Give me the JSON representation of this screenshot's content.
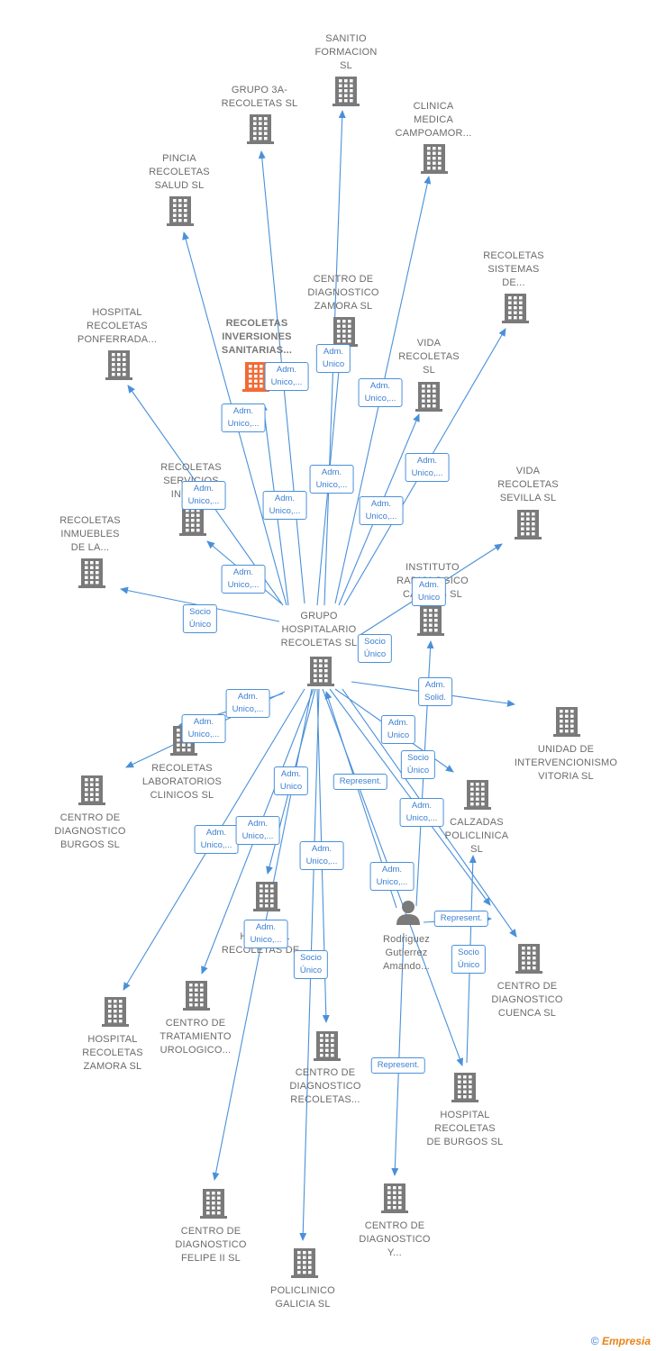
{
  "nodes": {
    "center": {
      "label": "GRUPO\nHOSPITALARIO\nRECOLETAS SL",
      "kind": "building"
    },
    "sanitio": {
      "label": "SANITIO\nFORMACION\nSL",
      "kind": "building"
    },
    "grupo3a": {
      "label": "GRUPO 3A-\nRECOLETAS SL",
      "kind": "building"
    },
    "clinica": {
      "label": "CLINICA\nMEDICA\nCAMPOAMOR...",
      "kind": "building"
    },
    "pincia": {
      "label": "PINCIA\nRECOLETAS\nSALUD  SL",
      "kind": "building"
    },
    "sistemas": {
      "label": "RECOLETAS\nSISTEMAS\nDE...",
      "kind": "building"
    },
    "zamoraDiag": {
      "label": "CENTRO DE\nDIAGNOSTICO\nZAMORA  SL",
      "kind": "building"
    },
    "ponferrada": {
      "label": "HOSPITAL\nRECOLETAS\nPONFERRADA...",
      "kind": "building"
    },
    "inversiones": {
      "label": "RECOLETAS\nINVERSIONES\nSANITARIAS...",
      "kind": "building-highlight"
    },
    "vida": {
      "label": "VIDA\nRECOLETAS\nSL",
      "kind": "building"
    },
    "servicios": {
      "label": "RECOLETAS\nSERVICIOS\nINTEG...",
      "kind": "building"
    },
    "vidaSevilla": {
      "label": "VIDA\nRECOLETAS\nSEVILLA  SL",
      "kind": "building"
    },
    "inmuebles": {
      "label": "RECOLETAS\nINMUEBLES\nDE LA...",
      "kind": "building"
    },
    "instituto": {
      "label": "INSTITUTO\nRADIOLOGICO\nCAMPOS  SL",
      "kind": "building"
    },
    "vitoria": {
      "label": "UNIDAD DE\nINTERVENCIONISMO\nVITORIA  SL",
      "kind": "building"
    },
    "laboratorios": {
      "label": "RECOLETAS\nLABORATORIOS\nCLINICOS  SL",
      "kind": "building"
    },
    "burgosDiag": {
      "label": "CENTRO DE\nDIAGNOSTICO\nBURGOS  SL",
      "kind": "building"
    },
    "calzadas": {
      "label": "CALZADAS\nPOLICLINICA\nSL",
      "kind": "building"
    },
    "hospitalMid": {
      "label": "HOSPITAL\nRECOLETAS DE...",
      "kind": "building"
    },
    "rodriguez": {
      "label": "Rodriguez\nGutierrez\nAmando...",
      "kind": "person"
    },
    "cuenca": {
      "label": "CENTRO DE\nDIAGNOSTICO\nCUENCA  SL",
      "kind": "building"
    },
    "zamoraHosp": {
      "label": "HOSPITAL\nRECOLETAS\nZAMORA SL",
      "kind": "building"
    },
    "urologico": {
      "label": "CENTRO DE\nTRATAMIENTO\nUROLOGICO...",
      "kind": "building"
    },
    "diagRecoletas": {
      "label": "CENTRO DE\nDIAGNOSTICO\nRECOLETAS...",
      "kind": "building"
    },
    "burgosHosp": {
      "label": "HOSPITAL\nRECOLETAS\nDE BURGOS SL",
      "kind": "building"
    },
    "felipe": {
      "label": "CENTRO DE\nDIAGNOSTICO\nFELIPE II  SL",
      "kind": "building"
    },
    "diagY": {
      "label": "CENTRO DE\nDIAGNOSTICO\nY...",
      "kind": "building"
    },
    "galicia": {
      "label": "POLICLINICO\nGALICIA  SL",
      "kind": "building"
    }
  },
  "edges": [
    {
      "from": "center",
      "to": "sanitio",
      "label": "Adm.\nUnico"
    },
    {
      "from": "center",
      "to": "grupo3a",
      "label": "Adm.\nUnico,..."
    },
    {
      "from": "center",
      "to": "clinica",
      "label": "Adm.\nUnico,..."
    },
    {
      "from": "center",
      "to": "pincia",
      "label": "Adm.\nUnico,..."
    },
    {
      "from": "center",
      "to": "sistemas",
      "label": "Adm.\nUnico,..."
    },
    {
      "from": "center",
      "to": "zamoraDiag",
      "label": "Adm.\nUnico,..."
    },
    {
      "from": "center",
      "to": "inversiones",
      "label": "Adm.\nUnico,..."
    },
    {
      "from": "center",
      "to": "vida",
      "label": "Adm.\nUnico,..."
    },
    {
      "from": "center",
      "to": "ponferrada",
      "label": "Adm.\nUnico,..."
    },
    {
      "from": "center",
      "to": "servicios",
      "label": "Adm.\nUnico,..."
    },
    {
      "from": "center",
      "to": "inmuebles",
      "label": "Socio\nÚnico"
    },
    {
      "from": "center",
      "to": "vidaSevilla",
      "label": "Socio\nÚnico"
    },
    {
      "from": "center",
      "to": "instituto",
      "label": "Adm.\nSolid."
    },
    {
      "from": "center",
      "to": "vitoria",
      "label": "Adm.\nUnico"
    },
    {
      "from": "center",
      "to": "laboratorios",
      "label": "Adm.\nUnico,..."
    },
    {
      "from": "center",
      "to": "burgosDiag",
      "label": "Adm.\nUnico,..."
    },
    {
      "from": "center",
      "to": "calzadas",
      "label": "Socio\nÚnico"
    },
    {
      "from": "center",
      "to": "cuenca",
      "label": "Adm.\nUnico,..."
    },
    {
      "from": "center",
      "to": "zamoraHosp",
      "label": "Adm.\nUnico,..."
    },
    {
      "from": "center",
      "to": "hospitalMid",
      "label": "Adm.\nUnico"
    },
    {
      "from": "center",
      "to": "urologico",
      "label": "Adm.\nUnico,..."
    },
    {
      "from": "center",
      "to": "diagRecoletas",
      "label": "Adm.\nUnico,..."
    },
    {
      "from": "center",
      "to": "burgosHosp",
      "label": "Adm.\nUnico,..."
    },
    {
      "from": "center",
      "to": "felipe",
      "label": "Adm.\nUnico,..."
    },
    {
      "from": "center",
      "to": "galicia",
      "label": "Socio\nÚnico"
    },
    {
      "from": "rodriguez",
      "to": "center",
      "label": "Represent."
    },
    {
      "from": "rodriguez",
      "to": "instituto",
      "label": "Adm.\nUnico"
    },
    {
      "from": "rodriguez",
      "to": "cuenca",
      "label": "Represent."
    },
    {
      "from": "rodriguez",
      "to": "diagY",
      "label": "Represent."
    },
    {
      "from": "burgosHosp",
      "to": "calzadas",
      "label": "Socio\nÚnico"
    }
  ],
  "colors": {
    "edge": "#4a90d9",
    "node": "#7a7a7a",
    "highlight": "#f26a35",
    "label_text": "#6b6b6b"
  },
  "footer": {
    "symbol": "©",
    "brand": "Empresia"
  }
}
